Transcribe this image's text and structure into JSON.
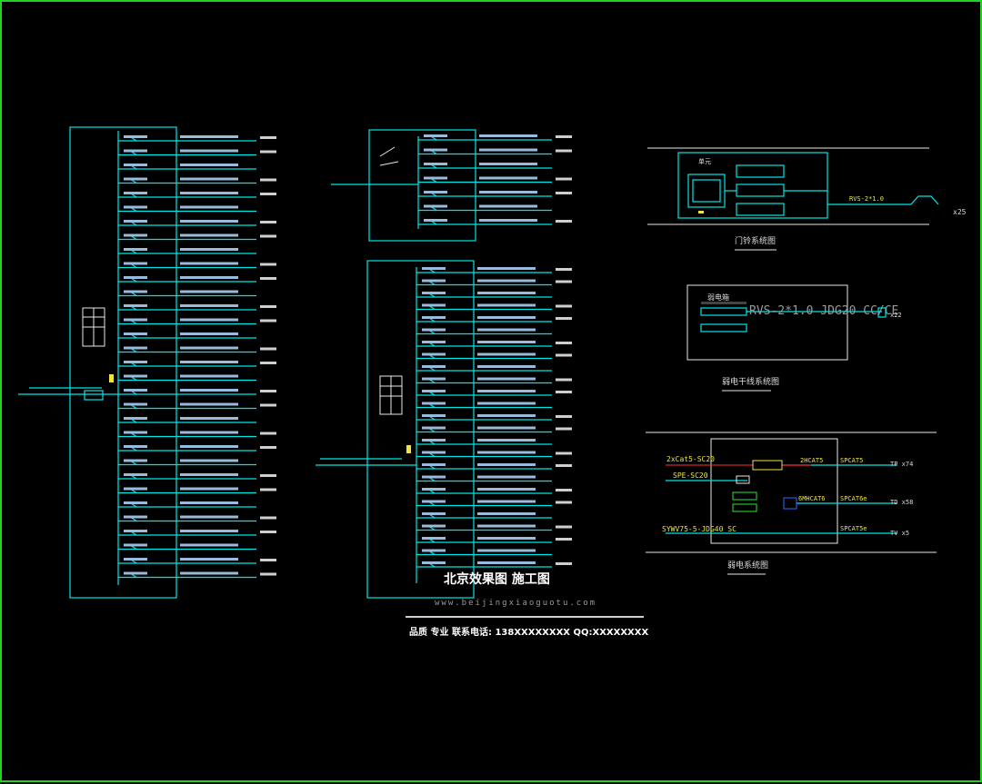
{
  "colors": {
    "frame": "#1fd31f",
    "line": "#00e5e5",
    "text": "#e8e8e8",
    "label": "#f0e442",
    "red": "#ff3030",
    "green": "#2ee62e"
  },
  "panel_left": {
    "circuit_count": 32
  },
  "panel_mid": {
    "upper_count": 7,
    "lower_count": 25
  },
  "diagrams": {
    "doorbell": {
      "title": "门铃系统图"
    },
    "cable": {
      "label": "RVS-2*1.0  JDG20  CC/CE",
      "title": "弱电干线系统图",
      "count": "x22",
      "box": "弱电箱"
    },
    "weak": {
      "title": "弱电系统图",
      "inputs": [
        {
          "label": "2xCat5-SC20",
          "right_label": "2HCAT5",
          "end_label": "TP x74"
        },
        {
          "label": "SPE-SC20"
        },
        {
          "label": "SYWV75-5-JDG40 SC",
          "right_label": "SPCAT5e",
          "end_label": "TV x5"
        }
      ],
      "mid": {
        "right_label": "6MHCAT6",
        "end_label": "TD x58",
        "extra": "SPCAT6e"
      }
    }
  },
  "watermark": {
    "title": "北京效果图  施工图",
    "url": "www.beijingxiaoguotu.com",
    "contact": "品质 专业 联系电话: 138XXXXXXXX  QQ:XXXXXXXX"
  }
}
